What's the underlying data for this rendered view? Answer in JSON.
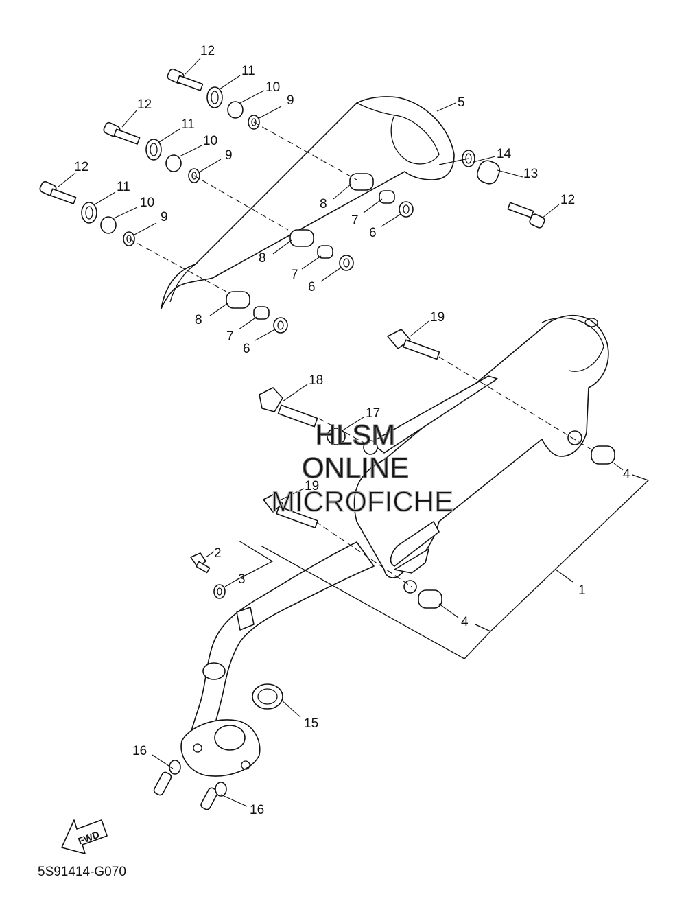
{
  "callouts": {
    "c1": "1",
    "c2": "2",
    "c3": "3",
    "c4a": "4",
    "c4b": "4",
    "c5": "5",
    "c6a": "6",
    "c6b": "6",
    "c6c": "6",
    "c7a": "7",
    "c7b": "7",
    "c7c": "7",
    "c8a": "8",
    "c8b": "8",
    "c8c": "8",
    "c9a": "9",
    "c9b": "9",
    "c9c": "9",
    "c10a": "10",
    "c10b": "10",
    "c10c": "10",
    "c11a": "11",
    "c11b": "11",
    "c11c": "11",
    "c12a": "12",
    "c12b": "12",
    "c12c": "12",
    "c12d": "12",
    "c13": "13",
    "c14": "14",
    "c15": "15",
    "c16a": "16",
    "c16b": "16",
    "c17": "17",
    "c18": "18",
    "c19a": "19",
    "c19b": "19"
  },
  "watermark": {
    "line1": "HLSM",
    "line2": "ONLINE",
    "line3": "MICROFICHE"
  },
  "fwd_label": "FWD",
  "diagram_code": "5S91414-G070"
}
